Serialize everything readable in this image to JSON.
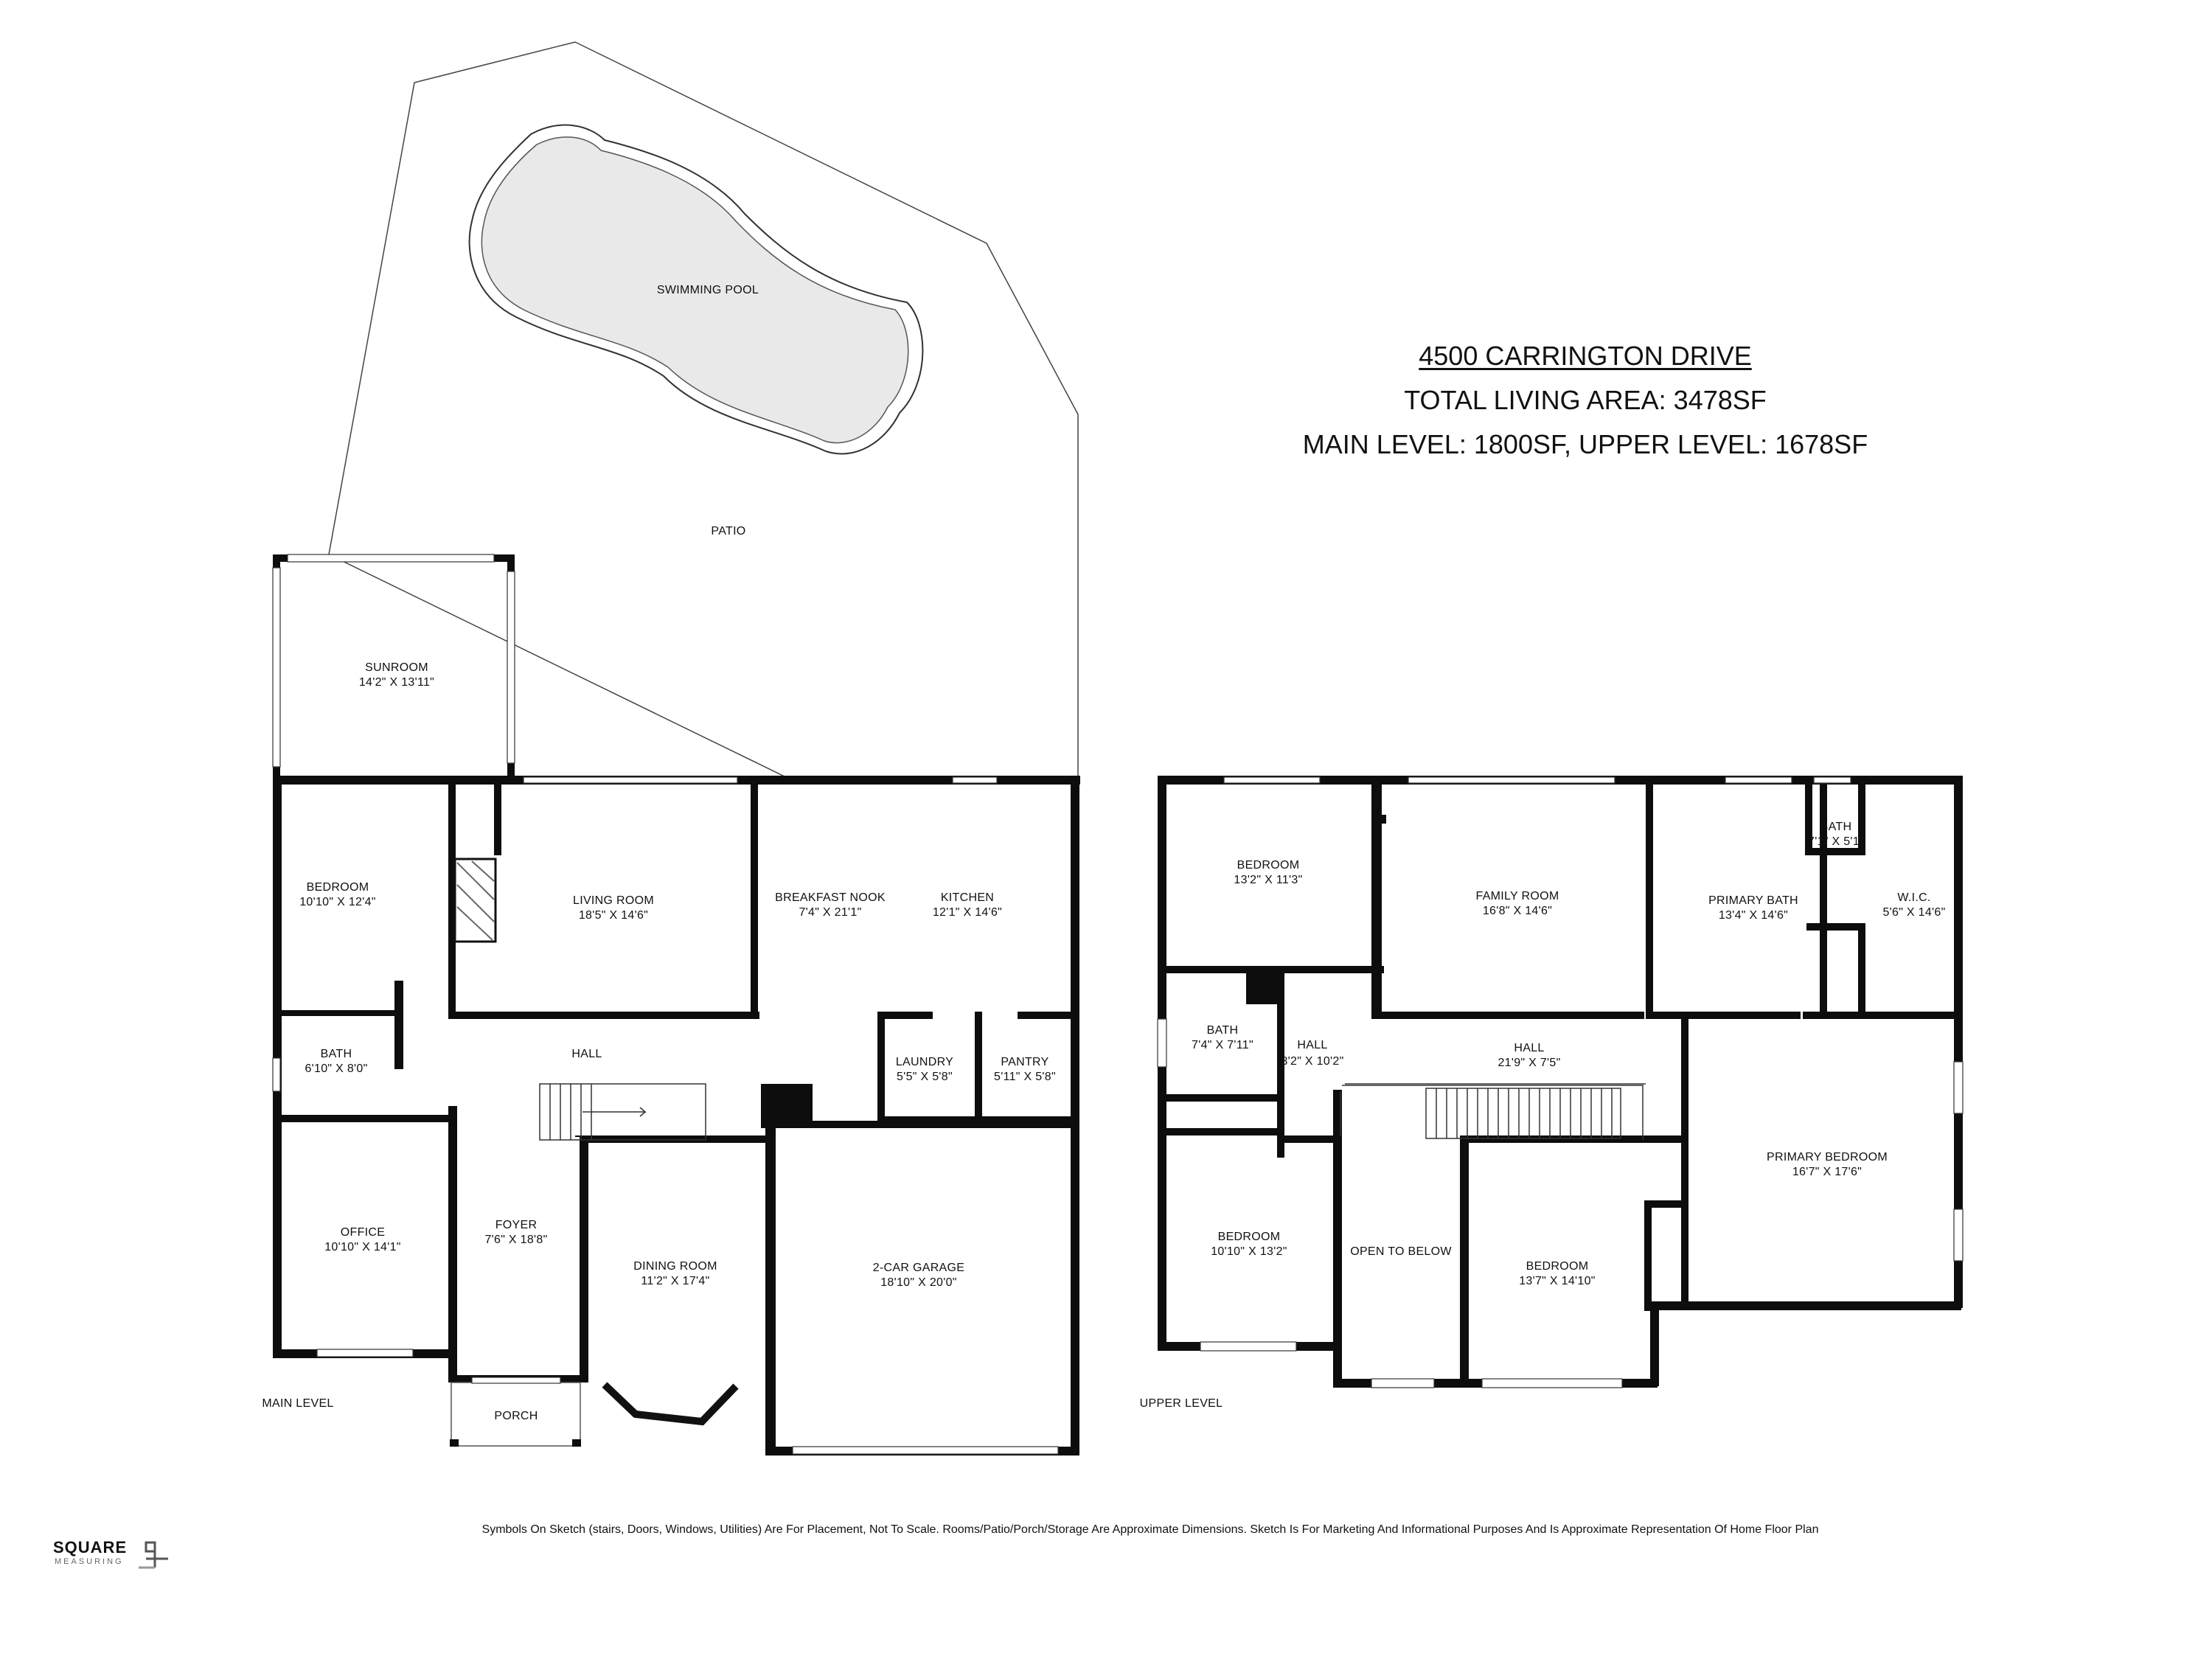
{
  "header": {
    "address": "4500 CARRINGTON DRIVE",
    "total_area": "TOTAL LIVING AREA: 3478SF",
    "levels_area": "MAIN LEVEL: 1800SF, UPPER LEVEL: 1678SF"
  },
  "main_level": {
    "label": "MAIN LEVEL",
    "outdoor": {
      "pool": "SWIMMING POOL",
      "patio": "PATIO",
      "porch": "PORCH"
    },
    "rooms": {
      "sunroom": {
        "name": "SUNROOM",
        "dim": "14'2\" X 13'11\""
      },
      "bedroom": {
        "name": "BEDROOM",
        "dim": "10'10\" X 12'4\""
      },
      "living": {
        "name": "LIVING ROOM",
        "dim": "18'5\" X 14'6\""
      },
      "nook": {
        "name": "BREAKFAST NOOK",
        "dim": "7'4\" X 21'1\""
      },
      "kitchen": {
        "name": "KITCHEN",
        "dim": "12'1\" X 14'6\""
      },
      "bath": {
        "name": "BATH",
        "dim": "6'10\" X 8'0\""
      },
      "hall": {
        "name": "HALL"
      },
      "laundry": {
        "name": "LAUNDRY",
        "dim": "5'5\" X 5'8\""
      },
      "pantry": {
        "name": "PANTRY",
        "dim": "5'11\" X 5'8\""
      },
      "office": {
        "name": "OFFICE",
        "dim": "10'10\" X 14'1\""
      },
      "foyer": {
        "name": "FOYER",
        "dim": "7'6\" X 18'8\""
      },
      "dining": {
        "name": "DINING ROOM",
        "dim": "11'2\" X 17'4\""
      },
      "garage": {
        "name": "2-CAR GARAGE",
        "dim": "18'10\" X 20'0\""
      }
    }
  },
  "upper_level": {
    "label": "UPPER LEVEL",
    "rooms": {
      "bedroom_nw": {
        "name": "BEDROOM",
        "dim": "13'2\" X 11'3\""
      },
      "family": {
        "name": "FAMILY ROOM",
        "dim": "16'8\" X 14'6\""
      },
      "primary_bath": {
        "name": "PRIMARY BATH",
        "dim": "13'4\" X 14'6\""
      },
      "bath_small": {
        "name": "BATH",
        "dim": "7'1\" X 5'1\""
      },
      "wic": {
        "name": "W.I.C.",
        "dim": "5'6\" X 14'6\""
      },
      "bath": {
        "name": "BATH",
        "dim": "7'4\" X 7'11\""
      },
      "hall_small": {
        "name": "HALL",
        "dim": "3'2\" X 10'2\""
      },
      "hall": {
        "name": "HALL",
        "dim": "21'9\" X 7'5\""
      },
      "primary_bedroom": {
        "name": "PRIMARY BEDROOM",
        "dim": "16'7\" X 17'6\""
      },
      "bedroom_sw": {
        "name": "BEDROOM",
        "dim": "10'10\" X 13'2\""
      },
      "open_below": {
        "name": "OPEN TO BELOW"
      },
      "bedroom_s": {
        "name": "BEDROOM",
        "dim": "13'7\" X 14'10\""
      }
    }
  },
  "disclaimer": "Symbols On Sketch (stairs, Doors, Windows, Utilities) Are For Placement, Not To Scale. Rooms/Patio/Porch/Storage Are Approximate Dimensions. Sketch Is For Marketing And Informational Purposes And Is Approximate Representation Of Home Floor Plan",
  "brand": {
    "word": "SQUARE",
    "sub": "MEASURING"
  }
}
